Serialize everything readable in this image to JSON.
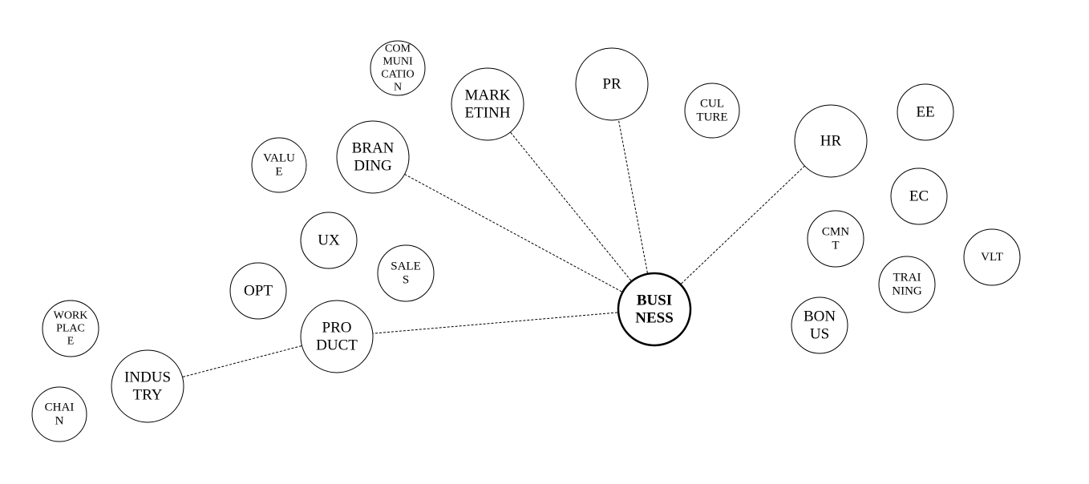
{
  "diagram": {
    "center": {
      "id": "business",
      "lines": [
        "BUSI",
        "NESS"
      ]
    },
    "nodes": [
      {
        "id": "business",
        "lines": [
          "BUSI",
          "NESS"
        ]
      },
      {
        "id": "hr",
        "lines": [
          "HR"
        ]
      },
      {
        "id": "pr",
        "lines": [
          "PR"
        ]
      },
      {
        "id": "marketinh",
        "lines": [
          "MARK",
          "ETINH"
        ]
      },
      {
        "id": "branding",
        "lines": [
          "BRAN",
          "DING"
        ]
      },
      {
        "id": "product",
        "lines": [
          "PRO",
          "DUCT"
        ]
      },
      {
        "id": "industry",
        "lines": [
          "INDUS",
          "TRY"
        ]
      },
      {
        "id": "communication",
        "lines": [
          "COM",
          "MUNI",
          "CATIO",
          "N"
        ]
      },
      {
        "id": "culture",
        "lines": [
          "CUL",
          "TURE"
        ]
      },
      {
        "id": "ee",
        "lines": [
          "EE"
        ]
      },
      {
        "id": "ec",
        "lines": [
          "EC"
        ]
      },
      {
        "id": "cmnt",
        "lines": [
          "CMN",
          "T"
        ]
      },
      {
        "id": "vlt",
        "lines": [
          "VLT"
        ]
      },
      {
        "id": "training",
        "lines": [
          "TRAI",
          "NING"
        ]
      },
      {
        "id": "bonus",
        "lines": [
          "BON",
          "US"
        ]
      },
      {
        "id": "value",
        "lines": [
          "VALU",
          "E"
        ]
      },
      {
        "id": "ux",
        "lines": [
          "UX"
        ]
      },
      {
        "id": "sales",
        "lines": [
          "SALE",
          "S"
        ]
      },
      {
        "id": "opt",
        "lines": [
          "OPT"
        ]
      },
      {
        "id": "workplace",
        "lines": [
          "WORK",
          "PLAC",
          "E"
        ]
      },
      {
        "id": "chain",
        "lines": [
          "CHAI",
          "N"
        ]
      }
    ],
    "edges": [
      [
        "business",
        "hr"
      ],
      [
        "business",
        "pr"
      ],
      [
        "business",
        "marketinh"
      ],
      [
        "business",
        "branding"
      ],
      [
        "business",
        "product"
      ],
      [
        "product",
        "industry"
      ]
    ],
    "style": {
      "stroke": "#000000",
      "fill": "#ffffff",
      "edge_dash": "dashed"
    }
  }
}
